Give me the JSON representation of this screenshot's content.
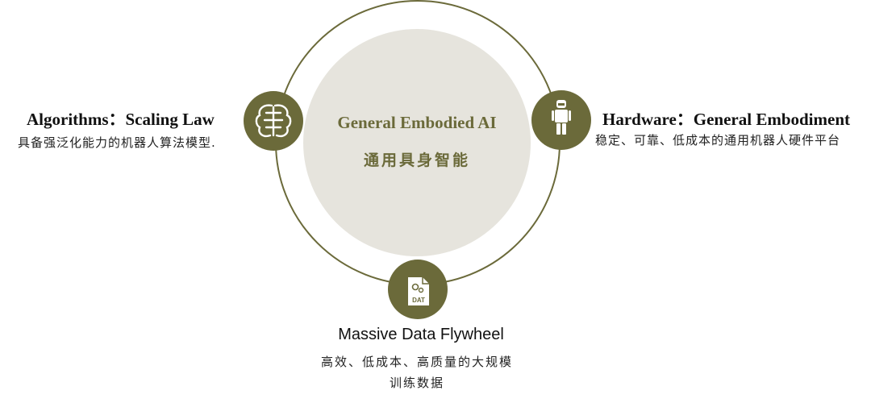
{
  "center": {
    "title_en": "General Embodied AI",
    "title_cn": "通用具身智能"
  },
  "algorithms": {
    "title": "Algorithms：Scaling Law",
    "description": "具备强泛化能力的机器人算法模型.",
    "icon": "brain-icon"
  },
  "hardware": {
    "title": "Hardware：General Embodiment",
    "description": "稳定、可靠、低成本的通用机器人硬件平台",
    "icon": "robot-icon"
  },
  "data": {
    "title": "Massive Data Flywheel",
    "description_line1": "高效、低成本、高质量的大规模",
    "description_line2": "训练数据",
    "icon": "data-file-icon",
    "icon_text": "DAT"
  },
  "colors": {
    "olive": "#6b6a3a",
    "center_fill": "#e6e4dd",
    "ring": "#6b6a3a"
  }
}
